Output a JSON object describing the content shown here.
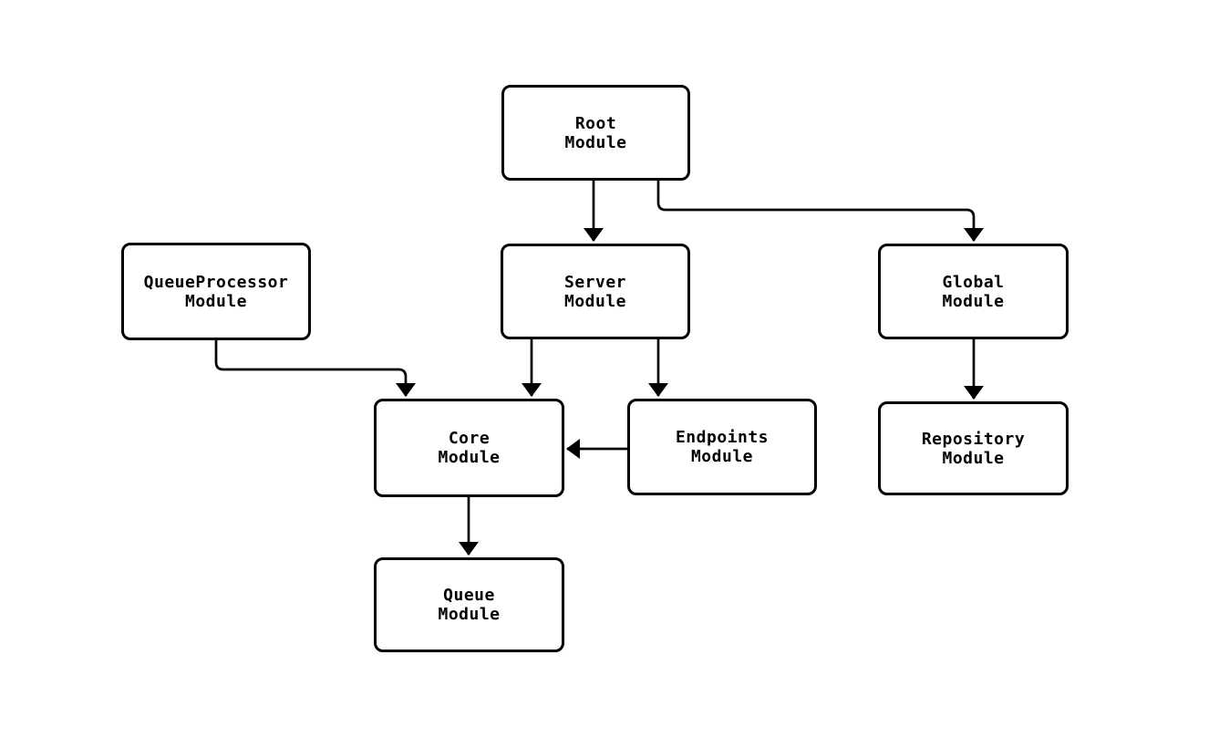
{
  "diagram": {
    "kind": "module-dependency-flowchart",
    "background_color": "#ffffff",
    "node_fill_color": "#ffffff",
    "node_border_color": "#000000",
    "edge_color": "#000000",
    "text_color": "#000000",
    "nodes": {
      "root": {
        "label": "Root\nModule"
      },
      "queueprocessor": {
        "label": "QueueProcessor\nModule"
      },
      "server": {
        "label": "Server\nModule"
      },
      "global": {
        "label": "Global\nModule"
      },
      "core": {
        "label": "Core\nModule"
      },
      "endpoints": {
        "label": "Endpoints\nModule"
      },
      "repository": {
        "label": "Repository\nModule"
      },
      "queue": {
        "label": "Queue\nModule"
      }
    },
    "edges": [
      {
        "from": "root",
        "to": "server"
      },
      {
        "from": "root",
        "to": "global"
      },
      {
        "from": "queueprocessor",
        "to": "core"
      },
      {
        "from": "server",
        "to": "core"
      },
      {
        "from": "server",
        "to": "endpoints"
      },
      {
        "from": "endpoints",
        "to": "core"
      },
      {
        "from": "global",
        "to": "repository"
      },
      {
        "from": "core",
        "to": "queue"
      }
    ]
  }
}
